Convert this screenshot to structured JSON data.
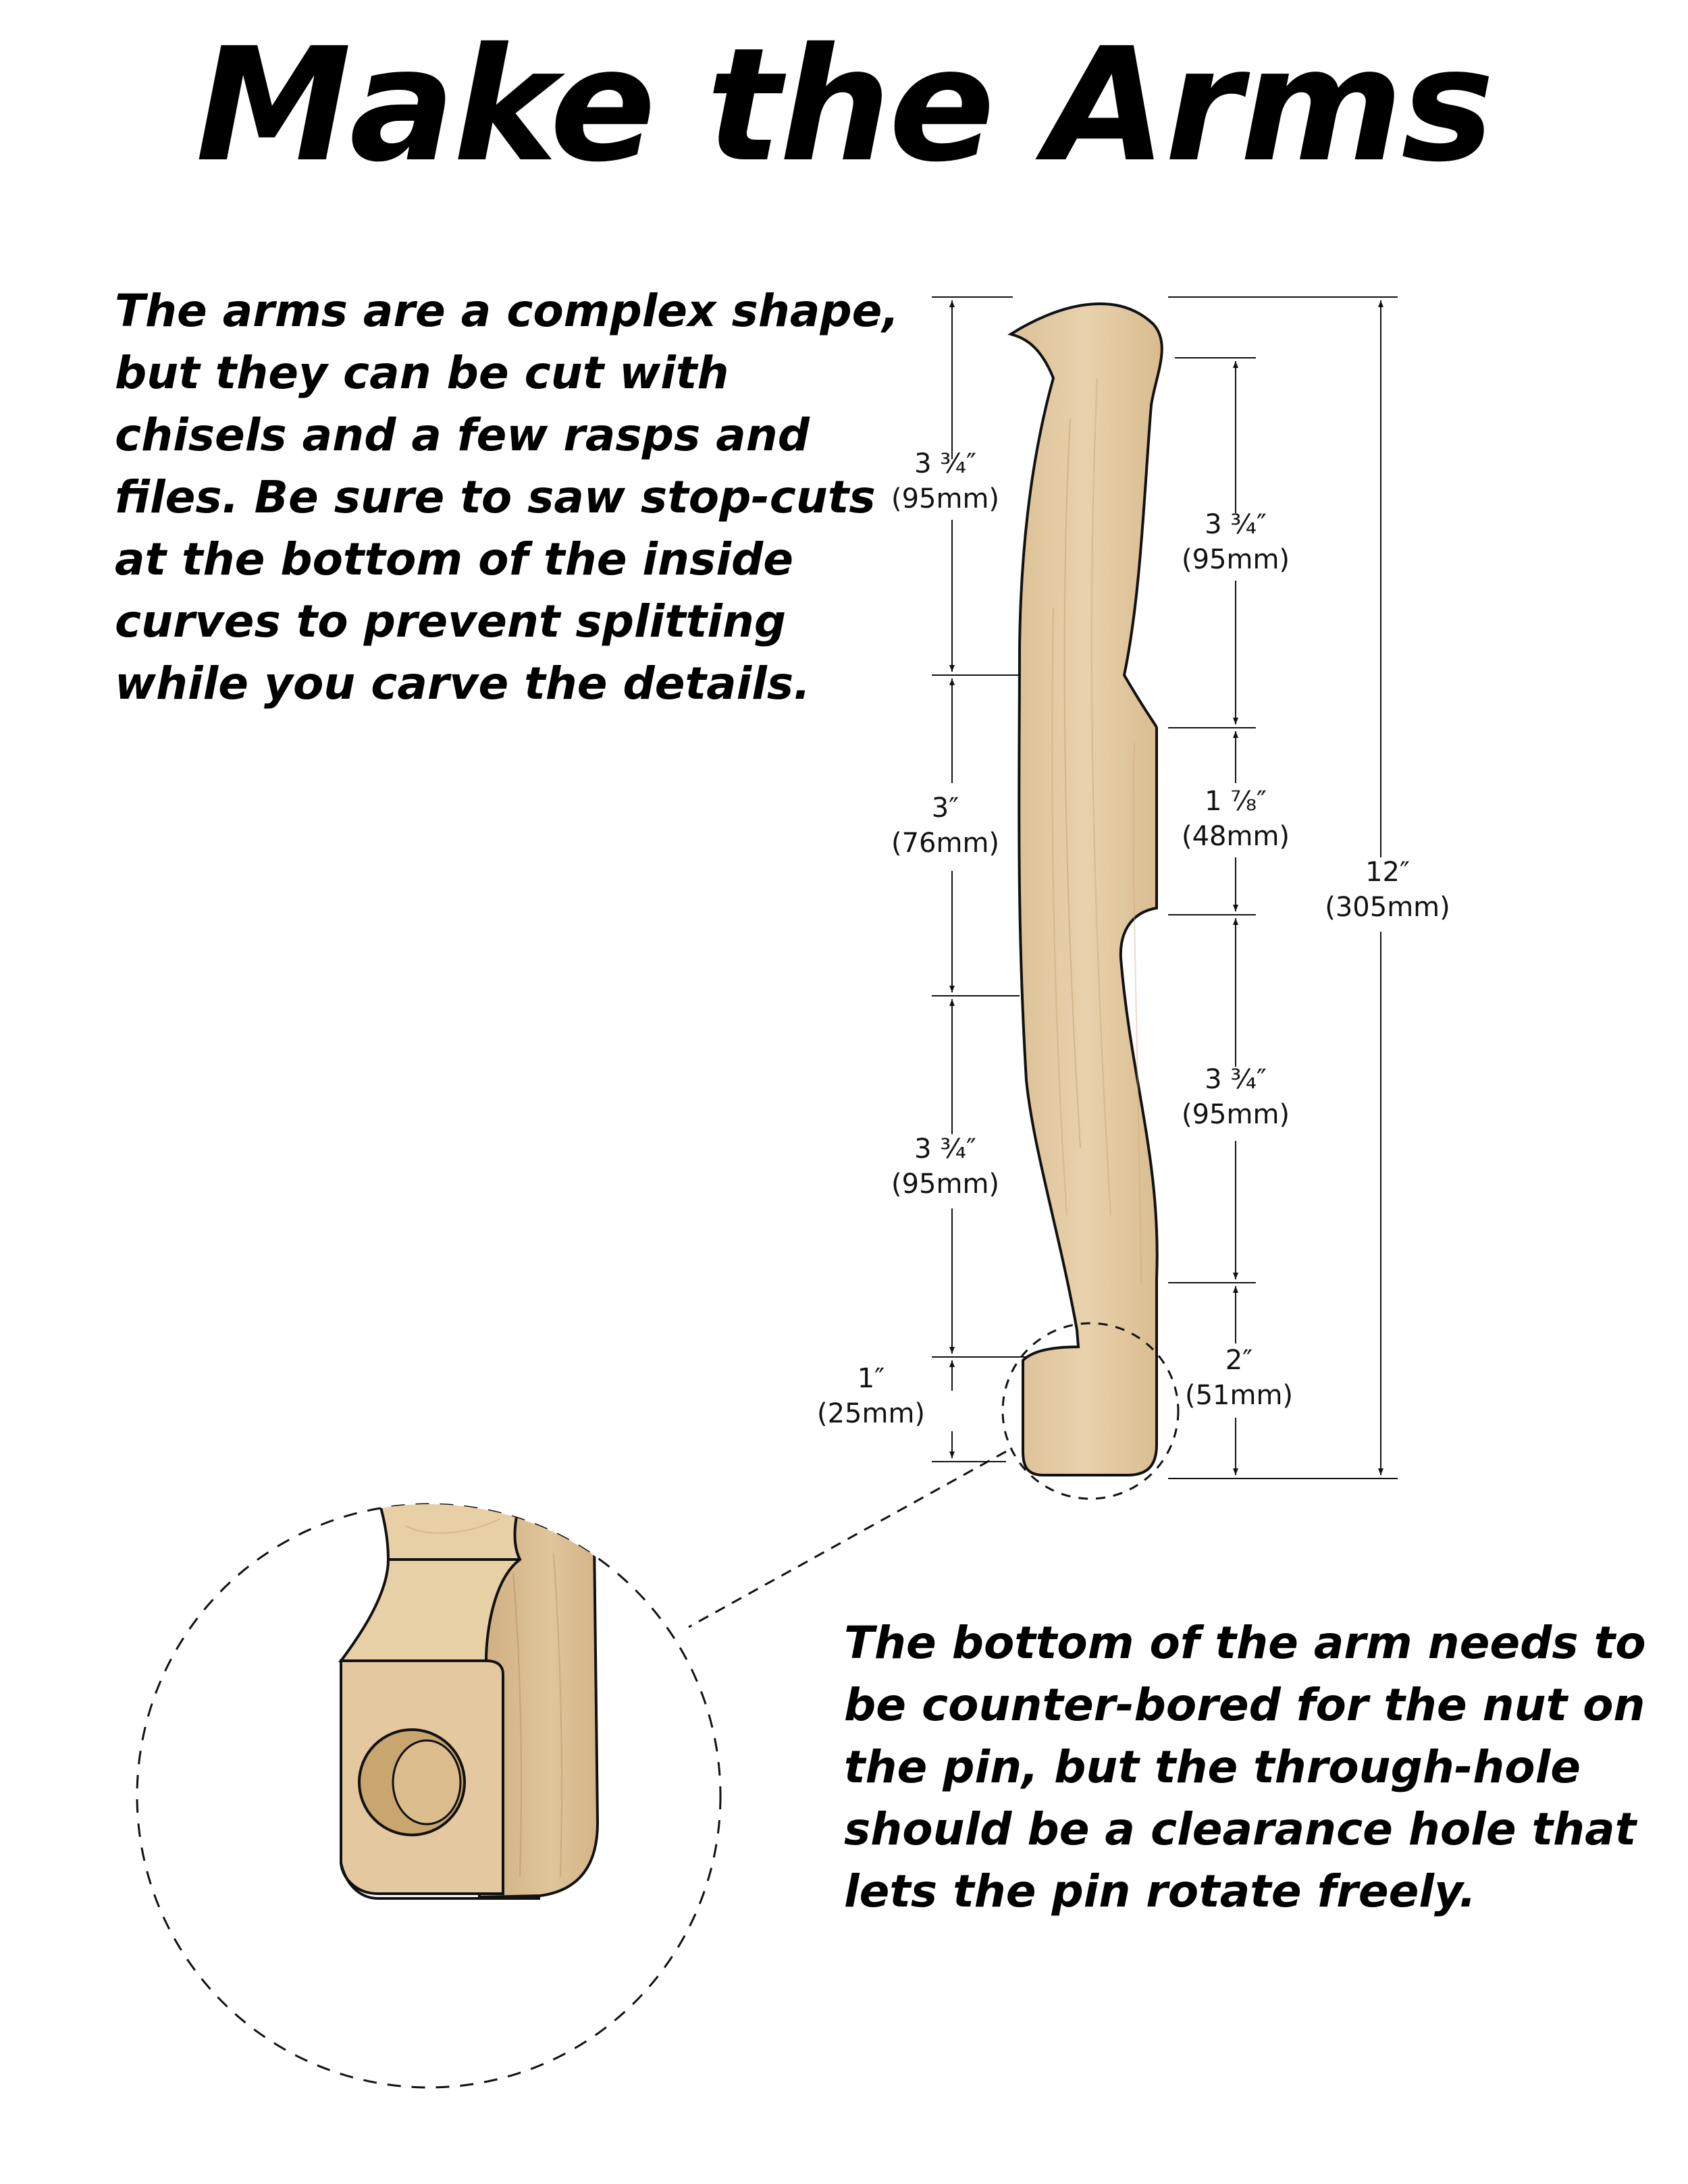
{
  "title": "Make the Arms",
  "intro_lines": [
    "The arms are a complex shape,",
    "but they can be cut with",
    "chisels and a few rasps and",
    "files. Be sure to saw stop-cuts",
    "at the bottom of the inside",
    "curves to prevent splitting",
    "while you carve the details."
  ],
  "outro_lines": [
    "The bottom of the arm needs to",
    "be counter-bored for the nut on",
    "the pin, but the through-hole",
    "should be a clearance hole that",
    "lets the pin rotate freely."
  ],
  "dimensions": {
    "left_top": {
      "imperial": "3 ¾″",
      "metric": "(95mm)"
    },
    "left_mid": {
      "imperial": "3″",
      "metric": "(76mm)"
    },
    "left_low": {
      "imperial": "3 ¾″",
      "metric": "(95mm)"
    },
    "left_foot": {
      "imperial": "1″",
      "metric": "(25mm)"
    },
    "right_top": {
      "imperial": "3 ¾″",
      "metric": "(95mm)"
    },
    "right_mid": {
      "imperial": "1 ⅞″",
      "metric": "(48mm)"
    },
    "right_low": {
      "imperial": "3 ¾″",
      "metric": "(95mm)"
    },
    "right_foot": {
      "imperial": "2″",
      "metric": "(51mm)"
    },
    "overall": {
      "imperial": "12″",
      "metric": "(305mm)"
    }
  },
  "colors": {
    "wood": "#e3c9a1",
    "wood_dark": "#c9a878",
    "wood_side": "#d8bc92",
    "ink": "#111111"
  }
}
